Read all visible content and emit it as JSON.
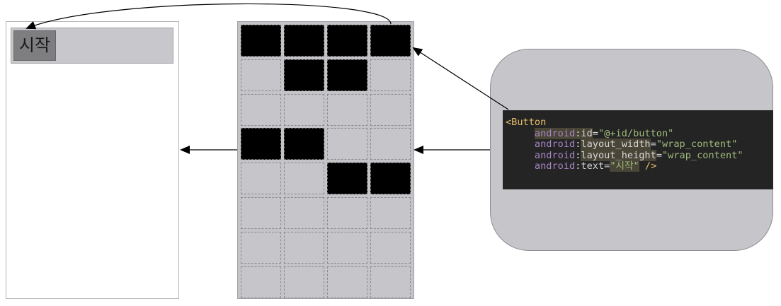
{
  "phone": {
    "button_text": "시작"
  },
  "grid": {
    "rows": 8,
    "cols": 4,
    "filled_cells": [
      [
        0,
        0
      ],
      [
        0,
        1
      ],
      [
        0,
        2
      ],
      [
        0,
        3
      ],
      [
        1,
        1
      ],
      [
        1,
        2
      ],
      [
        3,
        0
      ],
      [
        3,
        1
      ],
      [
        4,
        2
      ],
      [
        4,
        3
      ]
    ]
  },
  "code": {
    "open": "<Button",
    "ns": "android",
    "colon": ":",
    "eq": "=",
    "id_attr": "id",
    "id_value": "\"@+id/button\"",
    "width_attr": "layout_width",
    "width_value": "\"wrap_content\"",
    "height_attr": "layout_height",
    "height_value": "\"wrap_content\"",
    "text_attr": "text",
    "text_value": "\"시작\"",
    "close": " />"
  },
  "colors": {
    "grid_bg": "#c3c3c8",
    "filled": "#000000",
    "code_bg": "#242424",
    "panel_bg": "#c5c5ca"
  }
}
